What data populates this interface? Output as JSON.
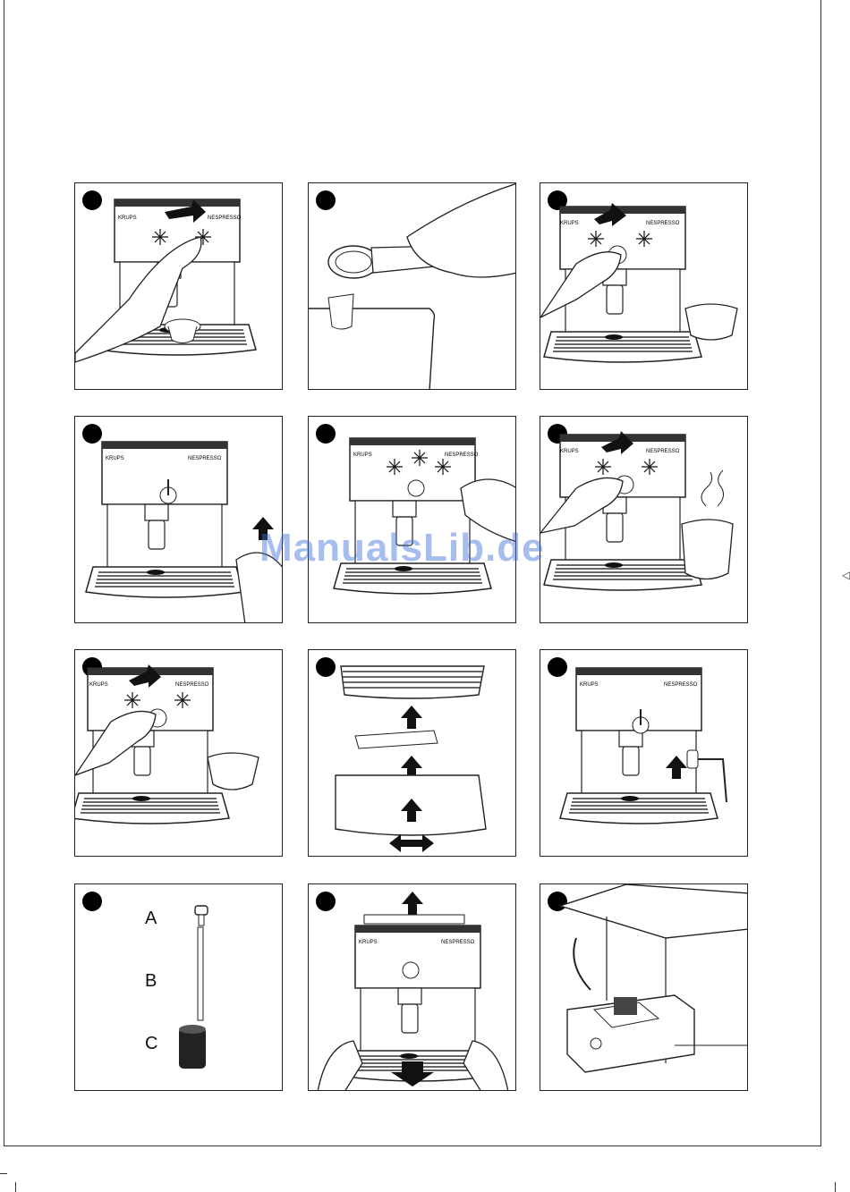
{
  "brand": {
    "maker": "KRUPS",
    "product": "NESPRESSO"
  },
  "watermark": "ManualsLib.de",
  "side_mark": "◁",
  "panels": [
    {
      "name": "step-1-brew-espresso"
    },
    {
      "name": "step-2-insert-capsule"
    },
    {
      "name": "step-3-brew-cup"
    },
    {
      "name": "step-4-steam-nozzle"
    },
    {
      "name": "step-5-steam-knob"
    },
    {
      "name": "step-6-froth-milk"
    },
    {
      "name": "step-7-brew-large-cup"
    },
    {
      "name": "step-8-remove-drip-tray"
    },
    {
      "name": "step-9-remove-steam-nozzle"
    },
    {
      "name": "step-10-nozzle-parts"
    },
    {
      "name": "step-11-remove-tank-tray"
    },
    {
      "name": "step-12-internal-view"
    }
  ],
  "parts": {
    "a": "A",
    "b": "B",
    "c": "C"
  },
  "colors": {
    "ink": "#222222",
    "watermark": "#3c6fd8"
  }
}
